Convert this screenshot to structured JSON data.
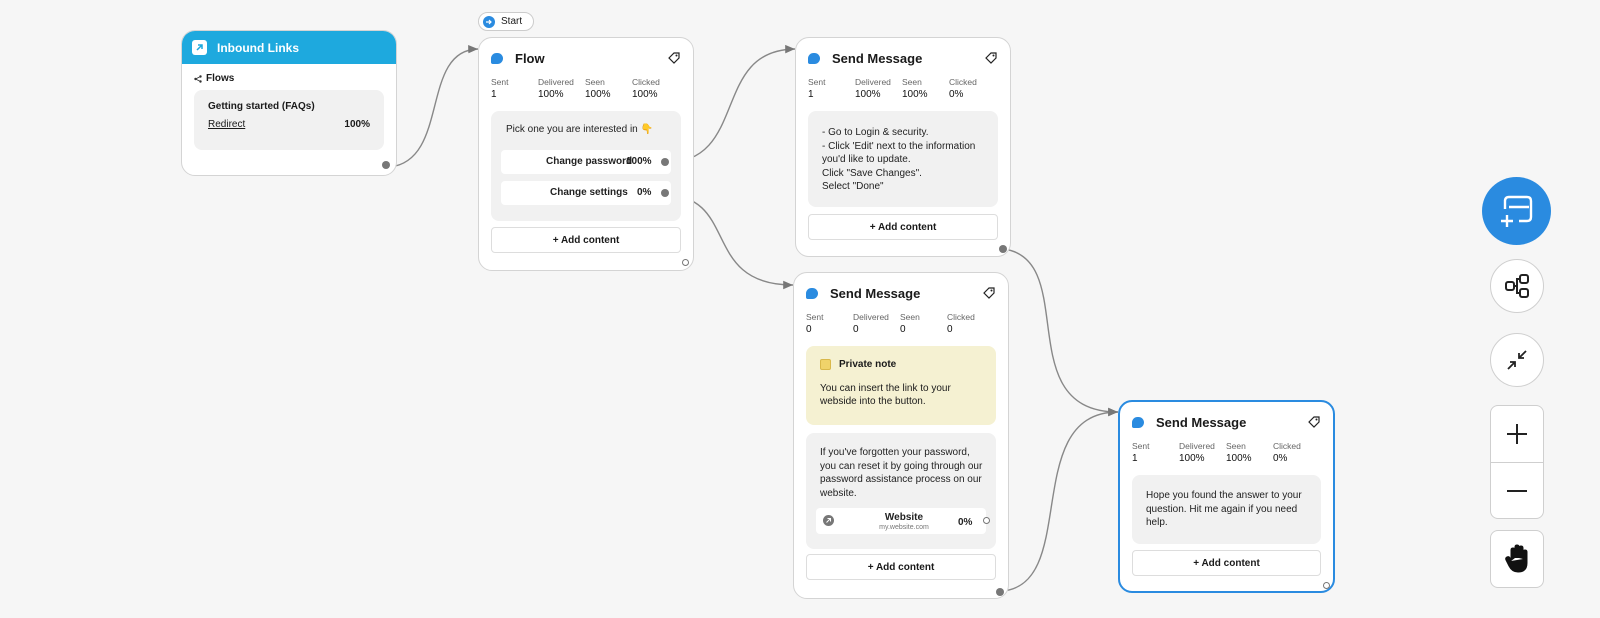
{
  "start_label": "Start",
  "inbound": {
    "title": "Inbound Links",
    "section_label": "Flows",
    "item_title": "Getting started (FAQs)",
    "link_label": "Redirect",
    "percent": "100%"
  },
  "flow_node": {
    "title": "Flow",
    "stats": [
      {
        "label": "Sent",
        "value": "1"
      },
      {
        "label": "Delivered",
        "value": "100%"
      },
      {
        "label": "Seen",
        "value": "100%"
      },
      {
        "label": "Clicked",
        "value": "100%"
      }
    ],
    "prompt": "Pick one you are interested in 👇",
    "buttons": [
      {
        "label": "Change password",
        "percent": "100%"
      },
      {
        "label": "Change settings",
        "percent": "0%"
      }
    ],
    "add_label": "+ Add content"
  },
  "msg1": {
    "title": "Send Message",
    "stats": [
      {
        "label": "Sent",
        "value": "1"
      },
      {
        "label": "Delivered",
        "value": "100%"
      },
      {
        "label": "Seen",
        "value": "100%"
      },
      {
        "label": "Clicked",
        "value": "0%"
      }
    ],
    "lines": [
      "- Go to Login & security.",
      "- Click 'Edit' next to the information",
      "you'd like to update.",
      "Click  \"Save Changes\".",
      "Select \"Done\""
    ],
    "add_label": "+ Add content"
  },
  "msg2": {
    "title": "Send Message",
    "stats": [
      {
        "label": "Sent",
        "value": "0"
      },
      {
        "label": "Delivered",
        "value": "0"
      },
      {
        "label": "Seen",
        "value": "0"
      },
      {
        "label": "Clicked",
        "value": "0"
      }
    ],
    "note_title": "Private note",
    "note_lines": [
      "You can insert the link to your",
      "webside into the button."
    ],
    "body_lines": [
      "If you've forgotten your password,",
      "you can reset it by going through our",
      "password assistance process on our",
      "website."
    ],
    "button_label": "Website",
    "button_url": "my.website.com",
    "button_percent": "0%",
    "add_label": "+ Add content"
  },
  "msg3": {
    "title": "Send Message",
    "stats": [
      {
        "label": "Sent",
        "value": "1"
      },
      {
        "label": "Delivered",
        "value": "100%"
      },
      {
        "label": "Seen",
        "value": "100%"
      },
      {
        "label": "Clicked",
        "value": "0%"
      }
    ],
    "lines": [
      "Hope you found the answer to your",
      "question. Hit me again if you need",
      "help."
    ],
    "add_label": "+ Add content"
  },
  "toolbar": {
    "add_node_icon": "add-node-icon",
    "layout_icon": "auto-layout-icon",
    "collapse_icon": "collapse-icon",
    "zoom_in_icon": "plus-icon",
    "zoom_out_icon": "minus-icon",
    "pan_icon": "hand-icon",
    "accent": "#2a8be0"
  },
  "colors": {
    "accent": "#2a8be0",
    "inbound_header": "#1ea9de",
    "note_bg": "#f5f1d2",
    "background": "#f6f6f6"
  }
}
